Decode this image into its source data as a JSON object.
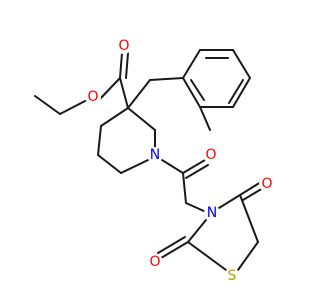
{
  "molecule": {
    "labels": {
      "ester_o_single": "O",
      "ester_o_double": "O",
      "ring_n": "N",
      "amide_o": "O",
      "tzd_n": "N",
      "tzd_o_top": "O",
      "tzd_o_bottom": "O",
      "tzd_s": "S"
    },
    "colors": {
      "bond": "#1a1a1a",
      "oxygen": "#ff0000",
      "nitrogen": "#0000ff",
      "sulfur": "#b3a300"
    }
  }
}
